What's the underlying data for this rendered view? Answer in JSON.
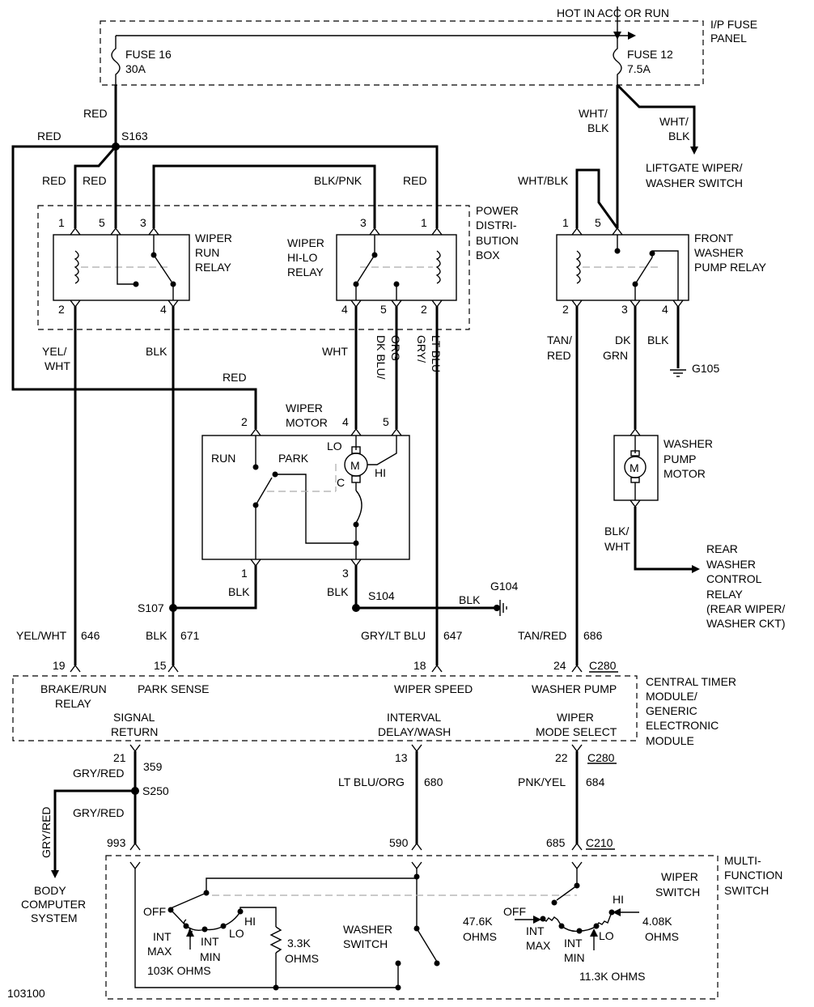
{
  "supply": {
    "hot": "HOT IN ACC OR RUN",
    "fuse_panel": [
      "I/P FUSE",
      "PANEL"
    ],
    "fuse16": [
      "FUSE 16",
      "30A"
    ],
    "fuse12": [
      "FUSE 12",
      "7.5A"
    ]
  },
  "colors": {
    "red": "RED",
    "wht_blk": "WHT/BLK",
    "blk_pnk": "BLK/PNK",
    "blk": "BLK",
    "yel_wht": "YEL/WHT",
    "wht": "WHT",
    "dk_blu_org": "DK BLU/ORG",
    "gry_lt_blu": "GRY/LT BLU",
    "tan_red": "TAN/RED",
    "dk_grn": "DK GRN",
    "blk_wht": "BLK/WHT",
    "gry_red": "GRY/RED",
    "lt_blu_org": "LT BLU/ORG",
    "pnk_yel": "PNK/YEL"
  },
  "wire_parts": {
    "wht": "WHT/",
    "blk": "BLK",
    "yel": "YEL/",
    "wht2": "WHT",
    "tan": "TAN/",
    "red": "RED",
    "dk": "DK",
    "grn": "GRN",
    "blk2": "BLK/",
    "dk_blu": "DK BLU/",
    "org": "ORG",
    "gry": "GRY/",
    "lt_blu": "LT BLU"
  },
  "splices": {
    "s163": "S163",
    "s107": "S107",
    "s104": "S104",
    "s250": "S250"
  },
  "grounds": {
    "g105": "G105",
    "g104": "G104"
  },
  "liftgate": [
    "LIFTGATE WIPER/",
    "WASHER SWITCH"
  ],
  "pdb": [
    "POWER",
    "DISTRI-",
    "BUTION",
    "BOX"
  ],
  "run_relay": {
    "label": [
      "WIPER",
      "RUN",
      "RELAY"
    ],
    "pins": [
      "1",
      "5",
      "3",
      "2",
      "4"
    ]
  },
  "hilo_relay": {
    "label": [
      "WIPER",
      "HI-LO",
      "RELAY"
    ],
    "pins": [
      "3",
      "1",
      "4",
      "5",
      "2"
    ]
  },
  "washer_relay": {
    "label": [
      "FRONT",
      "WASHER",
      "PUMP RELAY"
    ],
    "pins": [
      "1",
      "5",
      "2",
      "3",
      "4"
    ]
  },
  "motor": {
    "label": [
      "WIPER",
      "MOTOR"
    ],
    "pins": [
      "2",
      "4",
      "5",
      "1",
      "3"
    ],
    "run": "RUN",
    "park": "PARK",
    "lo": "LO",
    "hi": "HI",
    "c": "C",
    "m": "M"
  },
  "pump": {
    "label": [
      "WASHER",
      "PUMP",
      "MOTOR"
    ],
    "m": "M"
  },
  "rear": [
    "REAR",
    "WASHER",
    "CONTROL",
    "RELAY",
    "(REAR WIPER/",
    "WASHER CKT)"
  ],
  "circuits": {
    "c646": "646",
    "c671": "671",
    "c647": "647",
    "c686": "686",
    "c359": "359",
    "c680": "680",
    "c684": "684"
  },
  "ctm": {
    "pins_top": [
      "19",
      "15",
      "18",
      "24"
    ],
    "pins_bottom": [
      "21",
      "13",
      "22"
    ],
    "c280": "C280",
    "brake": [
      "BRAKE/RUN",
      "RELAY"
    ],
    "park_sense": "PARK SENSE",
    "wiper_speed": "WIPER SPEED",
    "washer_pump": "WASHER PUMP",
    "signal": [
      "SIGNAL",
      "RETURN"
    ],
    "interval": [
      "INTERVAL",
      "DELAY/WASH"
    ],
    "mode": [
      "WIPER",
      "MODE SELECT"
    ],
    "label": [
      "CENTRAL TIMER",
      "MODULE/",
      "GENERIC",
      "ELECTRONIC",
      "MODULE"
    ]
  },
  "body_computer": [
    "BODY",
    "COMPUTER",
    "SYSTEM"
  ],
  "mfs": {
    "pins": [
      "993",
      "590",
      "685"
    ],
    "c210": "C210",
    "label": [
      "MULTI-",
      "FUNCTION",
      "SWITCH"
    ],
    "wiper_switch": [
      "WIPER",
      "SWITCH"
    ],
    "washer_switch": [
      "WASHER",
      "SWITCH"
    ],
    "off": "OFF",
    "int_max": [
      "INT",
      "MAX"
    ],
    "int_min": [
      "INT",
      "MIN"
    ],
    "lo": "LO",
    "hi": "HI",
    "r103": "103K OHMS",
    "r33": [
      "3.3K",
      "OHMS"
    ],
    "r476": [
      "47.6K",
      "OHMS"
    ],
    "r408": [
      "4.08K",
      "OHMS"
    ],
    "r113": "11.3K  OHMS"
  },
  "figure_id": "103100"
}
